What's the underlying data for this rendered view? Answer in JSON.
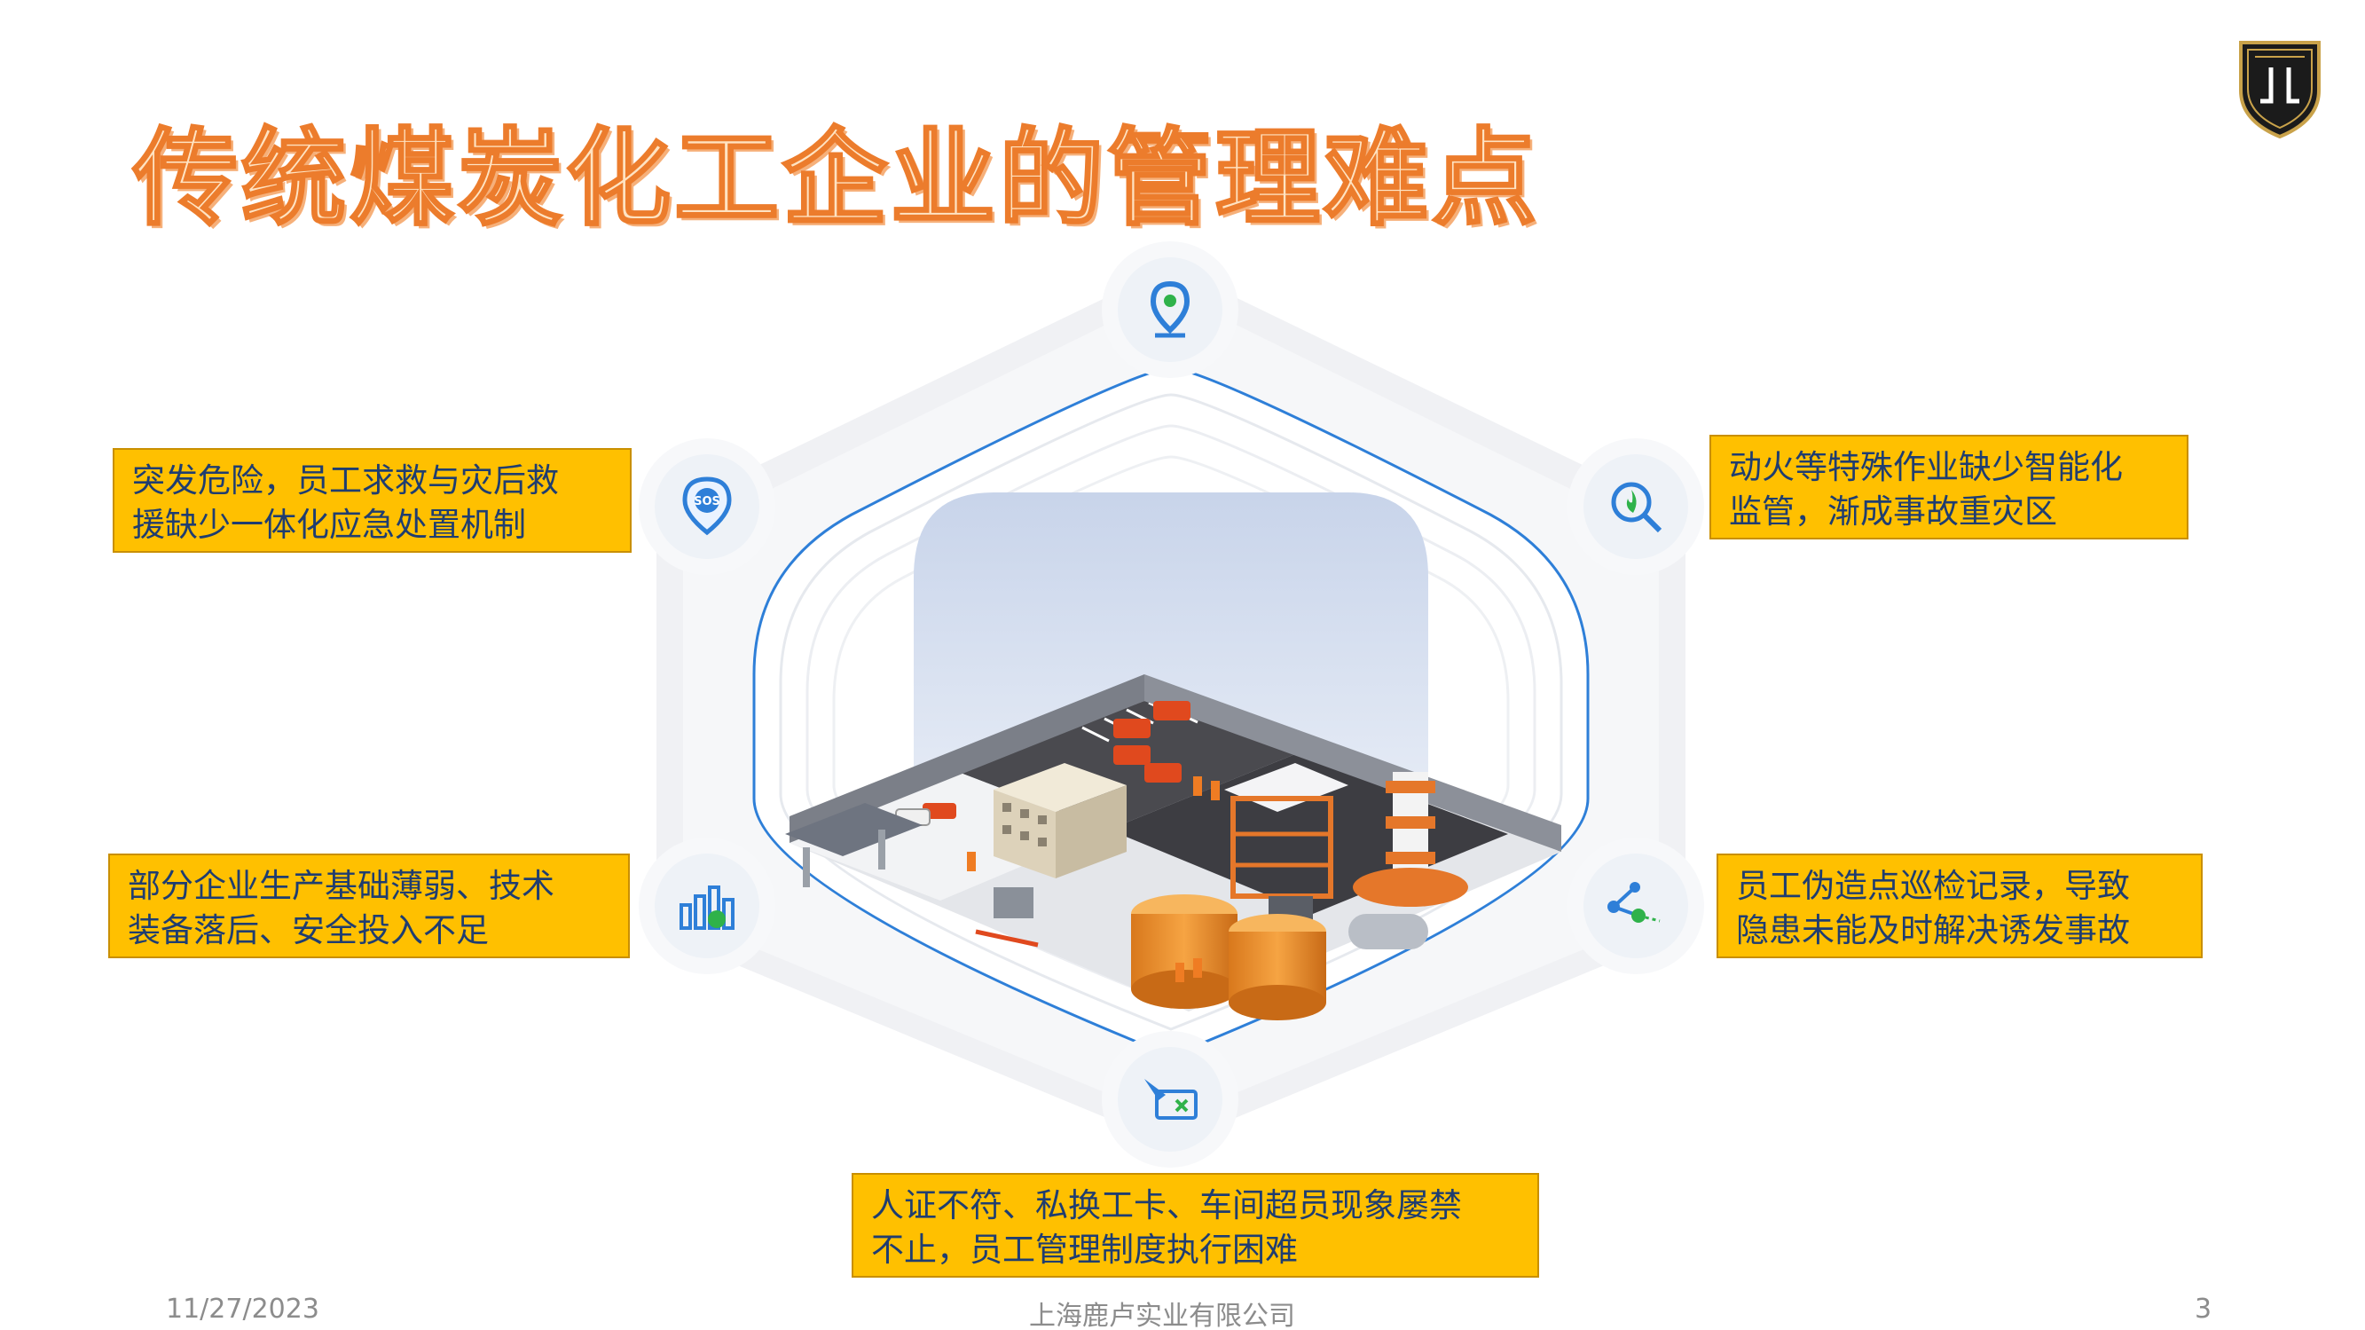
{
  "slide": {
    "title": "传统煤炭化工企业的管理难点",
    "callouts": {
      "top_left": {
        "line1": "突发危险，员工求救与灾后救",
        "line2": "援缺少一体化应急处置机制"
      },
      "top_right": {
        "line1": "动火等特殊作业缺少智能化",
        "line2": "监管，渐成事故重灾区"
      },
      "mid_left": {
        "line1": "部分企业生产基础薄弱、技术",
        "line2": "装备落后、安全投入不足"
      },
      "mid_right": {
        "line1": "员工伪造点巡检记录，导致",
        "line2": "隐患未能及时解决诱发事故"
      },
      "bottom": {
        "line1": "人证不符、私换工卡、车间超员现象屡禁",
        "line2": "不止，员工管理制度执行困难"
      }
    },
    "icons": [
      "location-pin-icon",
      "sos-pin-icon",
      "fire-search-icon",
      "chart-bars-icon",
      "network-nodes-icon",
      "card-swipe-icon"
    ],
    "colors": {
      "title_fill": "#ffe3c2",
      "title_stroke": "#ec7c2c",
      "callout_bg": "#ffc000",
      "callout_text": "#1f3d70",
      "icon_blue": "#2e7fd8",
      "icon_green": "#2fb24a"
    }
  },
  "footer": {
    "date": "11/27/2023",
    "company": "上海鹿卢实业有限公司",
    "page_number": "3"
  }
}
